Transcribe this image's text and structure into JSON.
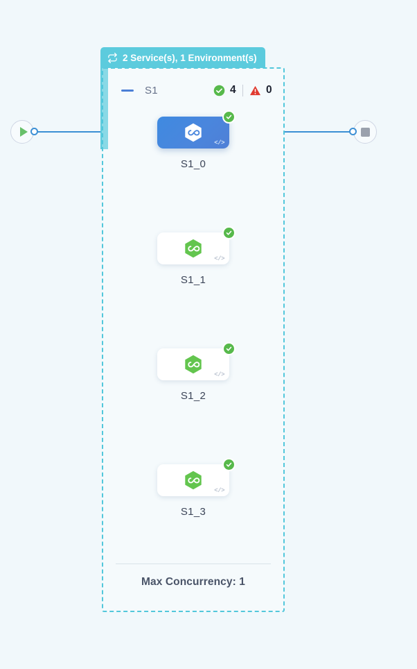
{
  "canvas": {
    "background_color": "#f1f8fb",
    "accent_color": "#5ccbdd",
    "edge_color": "#3b8fd4",
    "selected_color": "#4a86dd",
    "success_color": "#57b94b",
    "error_color": "#e03a2f"
  },
  "terminals": {
    "start": {
      "icon": "play-icon",
      "tooltip": "Start"
    },
    "end": {
      "icon": "stop-icon",
      "tooltip": "End"
    }
  },
  "group": {
    "header": {
      "icon": "repeat-icon",
      "label": "2 Service(s), 1 Environment(s)"
    },
    "toolbar": {
      "collapse_icon": "minus-icon",
      "label": "S1",
      "success_icon": "check-circle-icon",
      "success_count": "4",
      "error_icon": "warning-triangle-icon",
      "error_count": "0"
    },
    "footer": {
      "max_concurrency_label": "Max Concurrency: 1"
    }
  },
  "nodes": [
    {
      "id": "S1_0",
      "label": "S1_0",
      "selected": true,
      "status": "success",
      "icon": "hexagon-infinity-icon",
      "code_badge": "</>"
    },
    {
      "id": "S1_1",
      "label": "S1_1",
      "selected": false,
      "status": "success",
      "icon": "hexagon-infinity-icon",
      "code_badge": "</>"
    },
    {
      "id": "S1_2",
      "label": "S1_2",
      "selected": false,
      "status": "success",
      "icon": "hexagon-infinity-icon",
      "code_badge": "</>"
    },
    {
      "id": "S1_3",
      "label": "S1_3",
      "selected": false,
      "status": "success",
      "icon": "hexagon-infinity-icon",
      "code_badge": "</>"
    }
  ]
}
